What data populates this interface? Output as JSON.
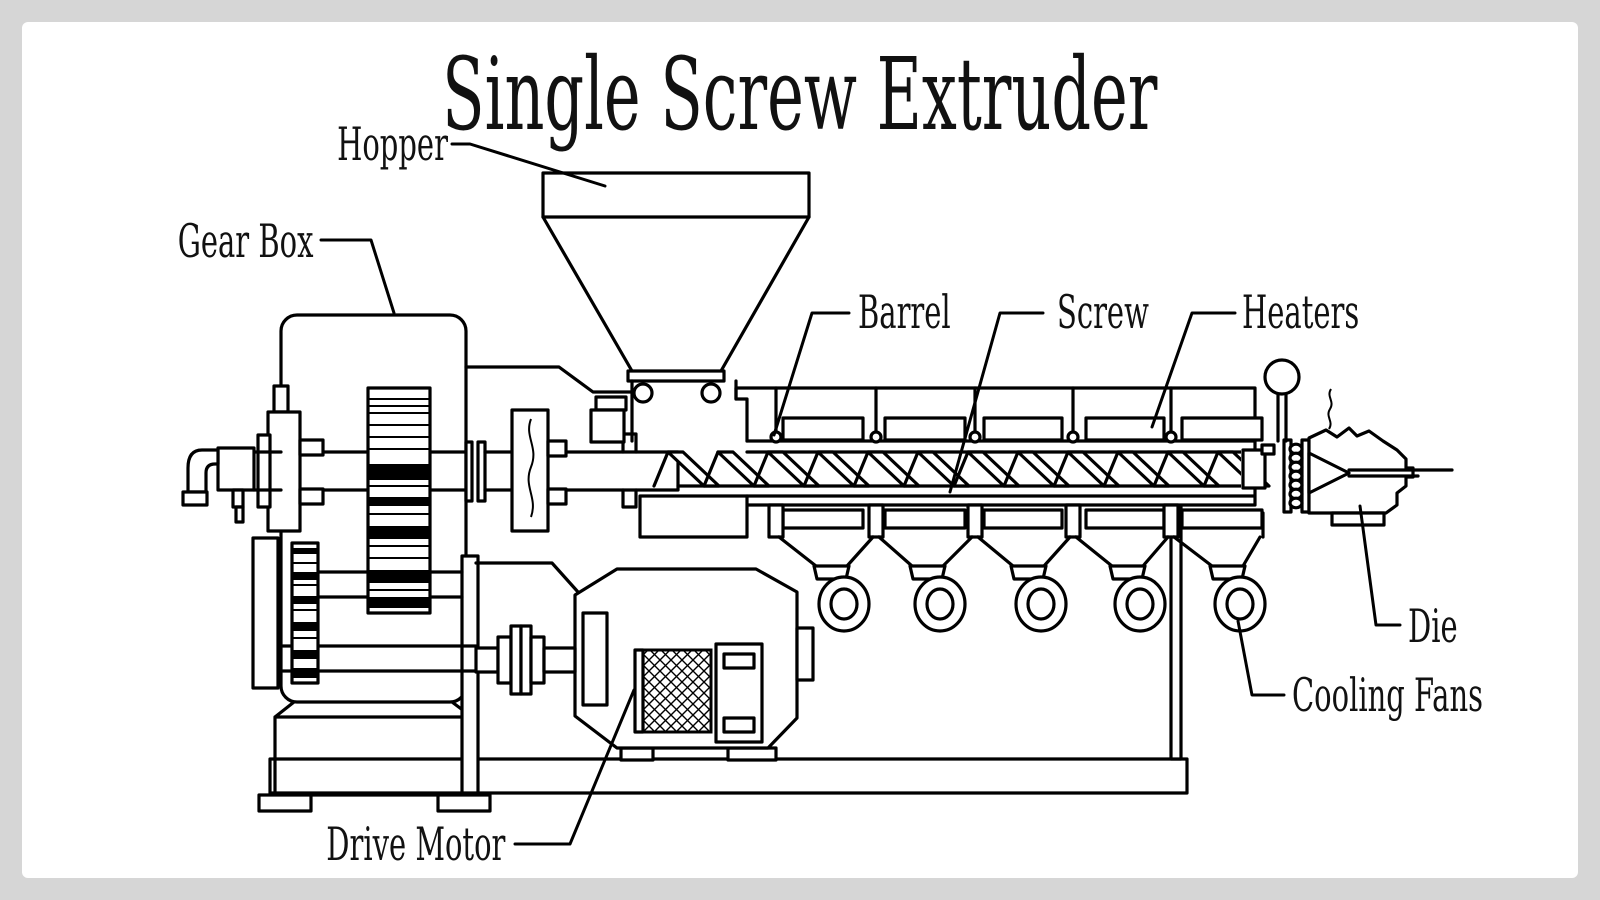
{
  "title": "Single Screw Extruder",
  "labels": {
    "hopper": "Hopper",
    "gear_box": "Gear Box",
    "barrel": "Barrel",
    "screw": "Screw",
    "heaters": "Heaters",
    "die": "Die",
    "cooling_fans": "Cooling Fans",
    "drive_motor": "Drive Motor"
  },
  "colors": {
    "border_background": "#d6d6d6",
    "page_background": "#ffffff",
    "line": "#000000",
    "text": "#111111"
  }
}
